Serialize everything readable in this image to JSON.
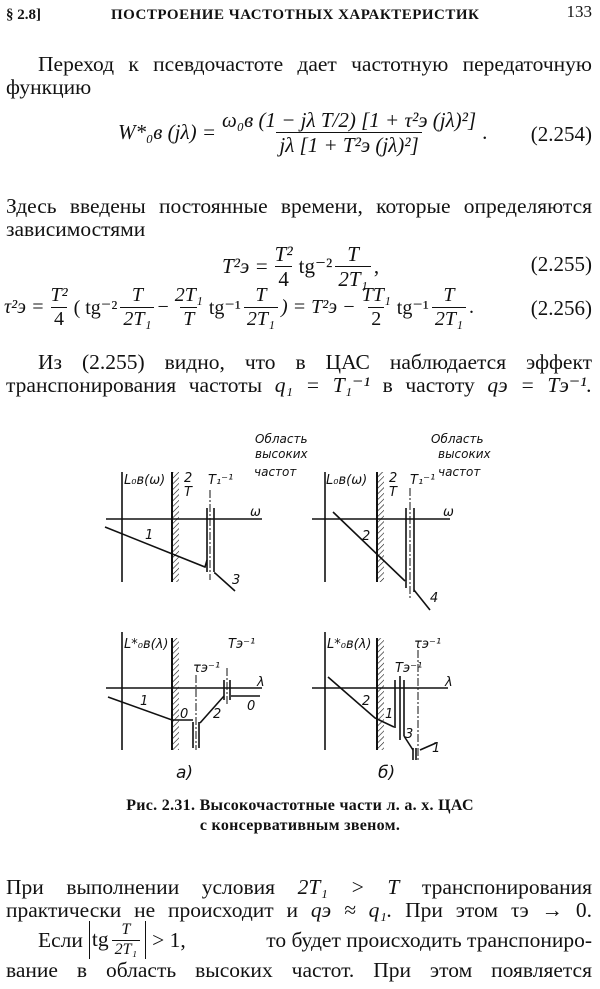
{
  "header": {
    "section": "§ 2.8]",
    "title": "ПОСТРОЕНИЕ ЧАСТОТНЫХ ХАРАКТЕРИСТИК",
    "page": "133"
  },
  "para1": {
    "line1": "Переход к псевдочастоте дает частотную передаточную",
    "line2": "функцию"
  },
  "eq254": {
    "lhs": "W*₀в (jλ) =",
    "numerator": "ω₀в (1 − jλ T/2) [1 + τ²э (jλ)²]",
    "denominator": "jλ [1 + T²э (jλ)²]",
    "tail": ".",
    "number": "(2.254)"
  },
  "para2": {
    "line1": "Здесь введены постоянные времени, которые определяются",
    "line2": "зависимостями"
  },
  "eq255": {
    "lhs": "T²э =",
    "f1_num": "T²",
    "f1_den": "4",
    "tg": "tg⁻²",
    "f2_num": "T",
    "f2_den": "2T₁",
    "tail": ",",
    "number": "(2.255)"
  },
  "eq256": {
    "lhs": "τ²э =",
    "f1_num": "T²",
    "f1_den": "4",
    "open": "( tg⁻²",
    "f2_num": "T",
    "f2_den": "2T₁",
    "minus": "−",
    "f3_num": "2T₁",
    "f3_den": "T",
    "tg1": "tg⁻¹",
    "f4_num": "T",
    "f4_den": "2T₁",
    "mid": ") = T²э −",
    "f5_num": "TT₁",
    "f5_den": "2",
    "tg2": "tg⁻¹",
    "f6_num": "T",
    "f6_den": "2T₁",
    "tail": ".",
    "number": "(2.256)"
  },
  "para3": {
    "line1": "Из (2.255) видно, что в ЦАС наблюдается эффект",
    "line2_a": "транспонирования частоты",
    "line2_b": "q₁ = T₁⁻¹",
    "line2_c": "в частоту",
    "line2_d": "qэ = Tэ⁻¹."
  },
  "figure": {
    "region_label": [
      "Область",
      "высоких",
      "частот"
    ],
    "top_ylabel": "L₀в(ω)",
    "bottom_ylabel": "L*₀в(λ)",
    "two_over_T_num": "2",
    "two_over_T_den": "T",
    "T1_inv": "T₁⁻¹",
    "Te_inv": "Tэ⁻¹",
    "tau_inv": "τэ⁻¹",
    "omega": "ω",
    "lambda": "λ",
    "curve_labels_a_top": [
      "1",
      "3"
    ],
    "curve_labels_b_top": [
      "2",
      "4"
    ],
    "curve_labels_a_bottom": [
      "1",
      "0",
      "2",
      "0"
    ],
    "curve_labels_b_bottom": [
      "2",
      "1",
      "3",
      "1"
    ],
    "panel_a": "а)",
    "panel_b": "б)"
  },
  "caption": {
    "line1": "Рис. 2.31. Высокочастотные части л. а. х. ЦАС",
    "line2": "с консервативным звеном."
  },
  "para4": {
    "line1_a": "При выполнении условия",
    "line1_b": "2T₁ > T",
    "line1_c": "транспонирования",
    "line2_a": "практически не происходит и",
    "line2_b": "qэ ≈ q₁.",
    "line2_c": "При этом τэ → 0."
  },
  "para5": {
    "line1_a": "Если",
    "line1_tg": "tg",
    "line1_num": "T",
    "line1_den": "2T₁",
    "line1_b": "> 1,",
    "line1_c": "то будет происходить транспониро-",
    "line2": "вание в область высоких частот. При этом появляется"
  }
}
